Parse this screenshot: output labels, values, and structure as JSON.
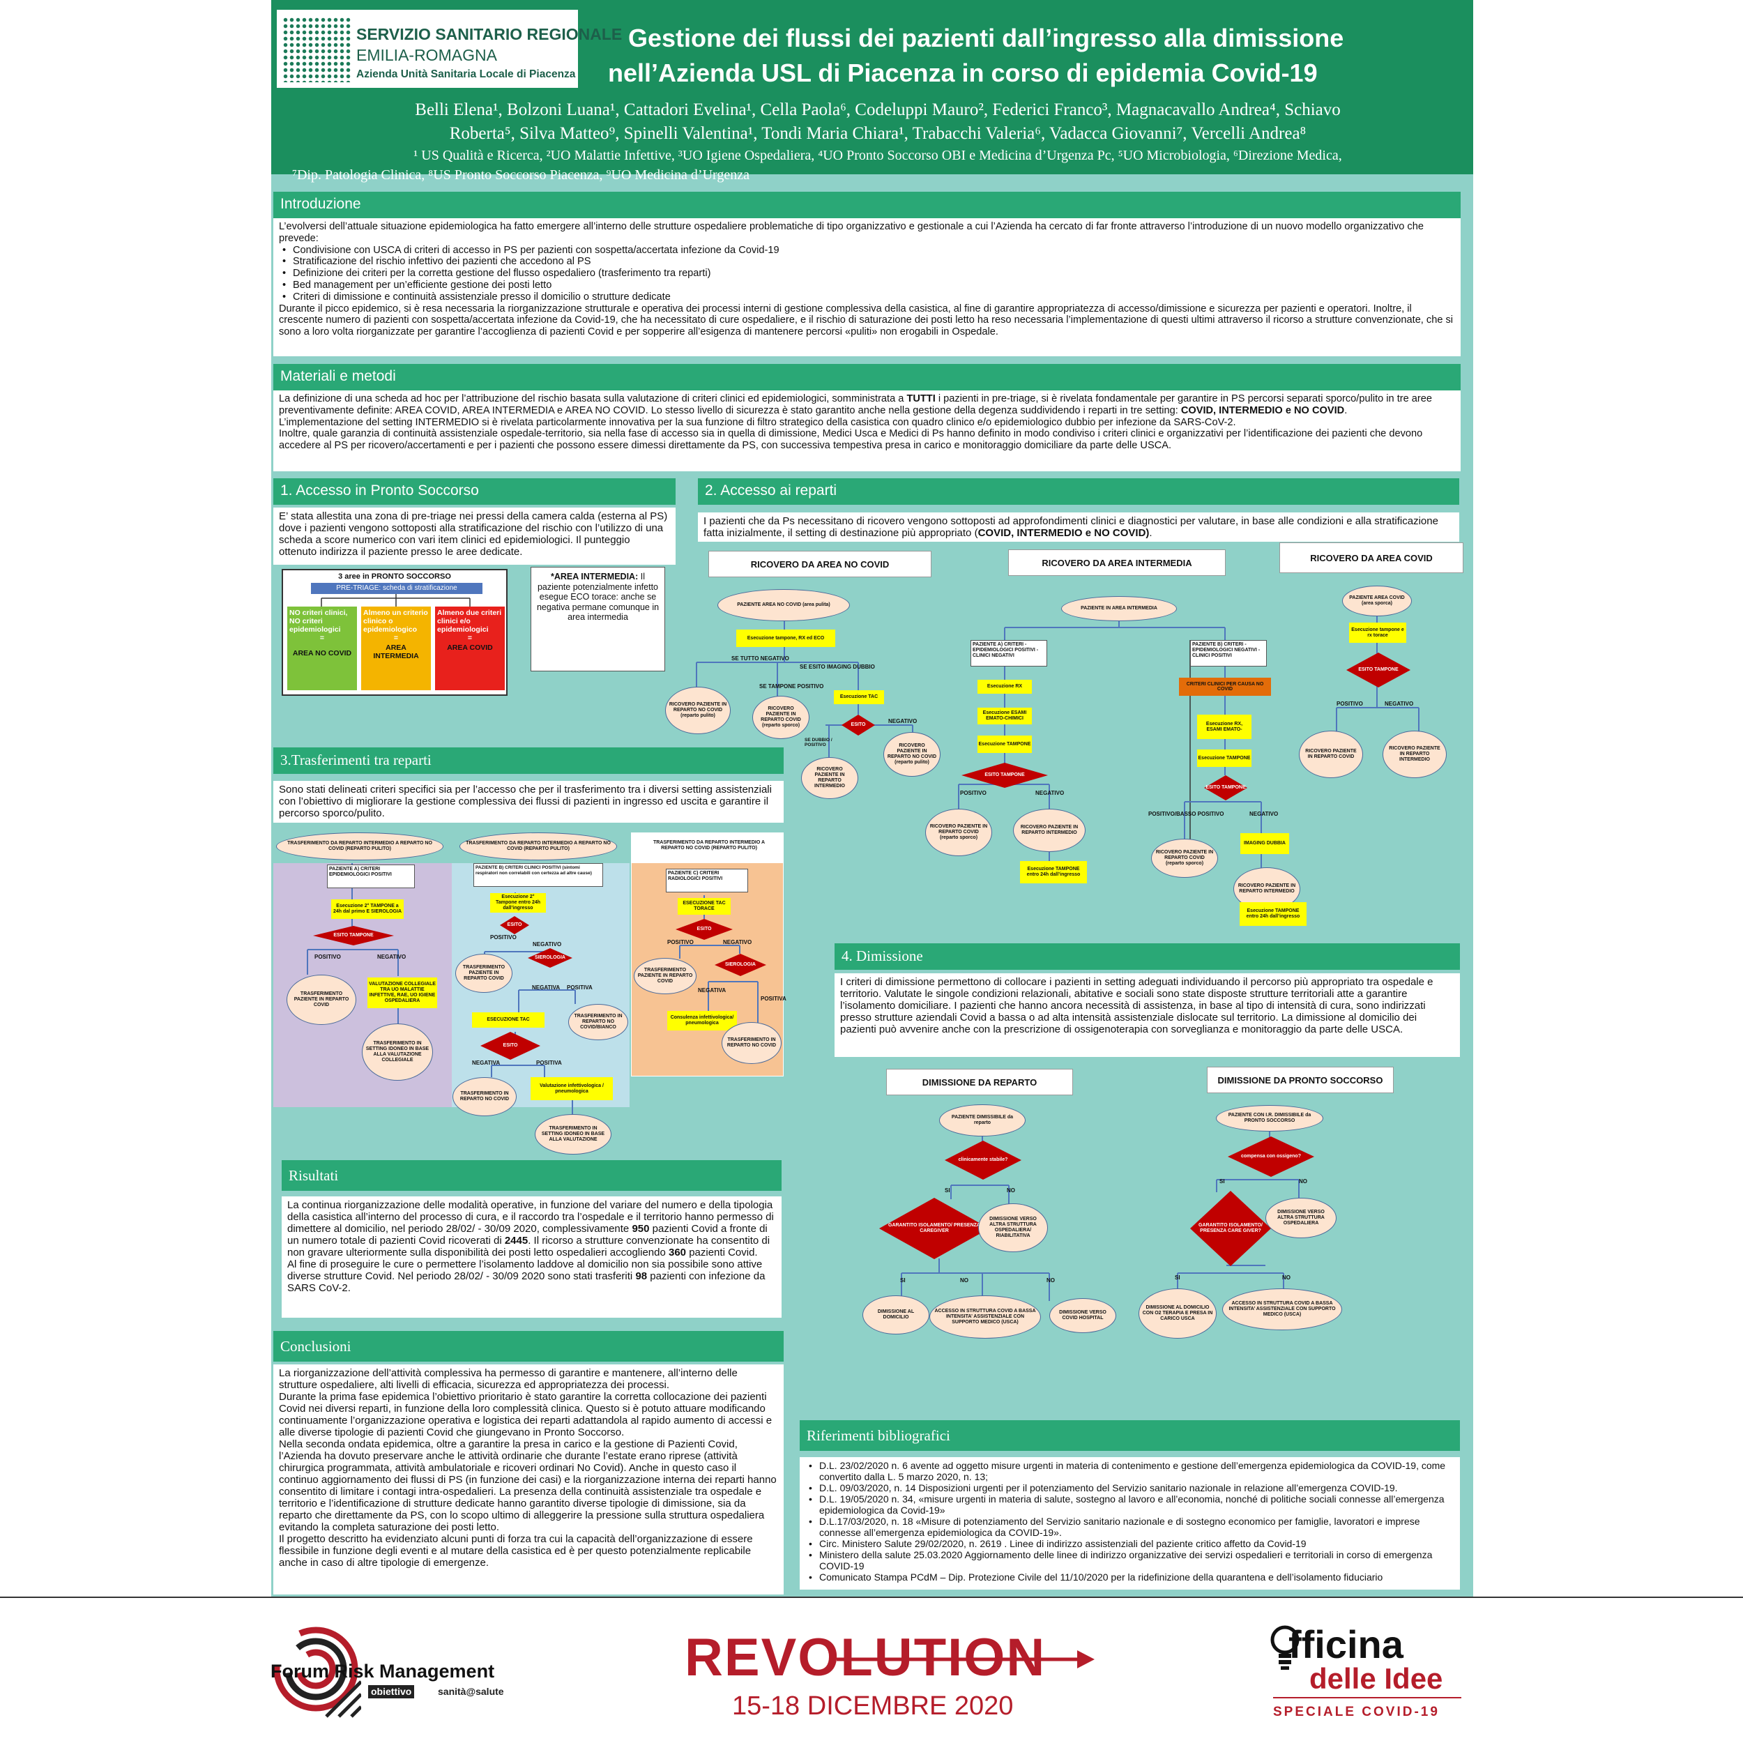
{
  "logo": {
    "line1": "SERVIZIO SANITARIO REGIONALE",
    "line2": "EMILIA-ROMAGNA",
    "line3": "Azienda Unità Sanitaria Locale di Piacenza"
  },
  "title": {
    "line1": "Gestione dei flussi dei pazienti dall’ingresso alla dimissione",
    "line2": "nell’Azienda USL di Piacenza in corso di epidemia Covid-19"
  },
  "authors": {
    "line1": "Belli Elena¹, Bolzoni Luana¹, Cattadori Evelina¹, Cella Paola⁶, Codeluppi Mauro², Federici Franco³, Magnacavallo Andrea⁴, Schiavo",
    "line2": "Roberta⁵, Silva Matteo⁹, Spinelli Valentina¹, Tondi Maria Chiara¹, Trabacchi Valeria⁶, Vadacca Giovanni⁷, Vercelli Andrea⁸",
    "affil1": "¹ US Qualità e Ricerca, ²UO Malattie Infettive, ³UO Igiene Ospedaliera, ⁴UO Pronto Soccorso OBI e Medicina d’Urgenza Pc, ⁵UO Microbiologia, ⁶Direzione Medica,",
    "affil2": "⁷Dip. Patologia Clinica, ⁸US Pronto Soccorso Piacenza, ⁹UO Medicina d’Urgenza"
  },
  "intro": {
    "heading": "Introduzione",
    "p1": "L’evolversi dell’attuale situazione epidemiologica ha fatto emergere all’interno delle strutture ospedaliere problematiche di tipo organizzativo e gestionale a cui l’Azienda ha cercato di far fronte attraverso l’introduzione di un nuovo modello organizzativo che prevede:",
    "bullets": [
      "Condivisione con USCA di criteri di accesso in PS per pazienti con sospetta/accertata infezione da Covid-19",
      "Stratificazione del rischio infettivo dei pazienti che accedono al PS",
      "Definizione dei criteri per la corretta gestione del flusso ospedaliero (trasferimento tra reparti)",
      "Bed management per un’efficiente gestione dei posti letto",
      "Criteri di dimissione e continuità assistenziale presso il domicilio o strutture dedicate"
    ],
    "p2": "Durante il picco epidemico, si è resa necessaria la riorganizzazione strutturale e operativa dei processi interni di gestione complessiva della casistica, al fine di garantire appropriatezza di accesso/dimissione e sicurezza per pazienti e operatori. Inoltre, il crescente numero di pazienti con sospetta/accertata infezione da Covid-19, che ha necessitato di cure ospedaliere, e il rischio di saturazione dei posti letto ha reso necessaria l’implementazione di questi ultimi attraverso il ricorso a strutture convenzionate, che si sono a loro volta riorganizzate per garantire l’accoglienza di pazienti Covid e per sopperire all’esigenza di mantenere percorsi «puliti» non erogabili in Ospedale."
  },
  "methods": {
    "heading": "Materiali e metodi",
    "p1a": "La definizione di una scheda ad hoc per l’attribuzione del rischio basata sulla valutazione di criteri clinici ed epidemiologici, somministrata  a ",
    "p1b": "TUTTI",
    "p1c": " i pazienti in pre-triage, si è rivelata fondamentale per garantire in PS percorsi separati sporco/pulito in tre aree preventivamente definite: AREA COVID, AREA INTERMEDIA e AREA NO COVID. Lo stesso livello di sicurezza è stato garantito anche nella gestione della degenza suddividendo i reparti in tre setting: ",
    "p1d": "COVID, INTERMEDIO e NO COVID",
    "p1e": ".",
    "p2": "L’implementazione del setting INTERMEDIO si è rivelata particolarmente innovativa per la sua funzione di filtro strategico della casistica con quadro clinico e/o epidemiologico dubbio per infezione da SARS-CoV-2.",
    "p3": "Inoltre, quale garanzia di continuità assistenziale ospedale-territorio, sia nella fase di accesso sia in quella di dimissione, Medici Usca e Medici di Ps hanno definito in modo condiviso i criteri clinici e organizzativi per l’identificazione dei pazienti che devono accedere al PS per ricovero/accertamenti e per i pazienti che possono essere dimessi direttamente da PS, con successiva tempestiva presa in carico e monitoraggio domiciliare da parte delle USCA."
  },
  "s1": {
    "heading": "1. Accesso in Pronto Soccorso",
    "text": "E’ stata allestita una zona di pre-triage nei pressi della camera calda (esterna al PS) dove i pazienti vengono sottoposti alla stratificazione del rischio con l’utilizzo di una scheda a score numerico con vari item clinici ed epidemiologici. Il punteggio ottenuto indirizza il paziente presso le aree dedicate.",
    "diagram_title": "3 aree in PRONTO SOCCORSO",
    "diagram_sub": "PRE-TRIAGE: scheda di stratificazione",
    "green_a": "NO criteri clinici, NO criteri epidemiologici",
    "green_b": "AREA NO COVID",
    "orange_a": "Almeno un criterio clinico o epidemiologico",
    "orange_b": "AREA INTERMEDIA",
    "red_a": "Almeno due criteri clinici e/o epidemiologici",
    "red_b": "AREA COVID",
    "eq": "=",
    "note_bold": "*AREA INTERMEDIA:",
    "note_text": " Il paziente potenzialmente infetto esegue ECO torace: anche se negativa permane comunque in area intermedia"
  },
  "s2": {
    "heading": "2. Accesso ai reparti",
    "text_a": "I pazienti che da Ps necessitano di ricovero vengono sottoposti ad approfondimenti clinici e diagnostici per valutare, in base alle condizioni e alla stratificazione fatta inizialmente, il setting di destinazione più appropriato (",
    "text_b": "COVID, INTERMEDIO e NO COVID)",
    "text_c": ".",
    "box_nocovid": "RICOVERO DA AREA NO COVID",
    "box_intermedia": "RICOVERO DA AREA INTERMEDIA",
    "box_covid": "RICOVERO DA AREA COVID",
    "nc": {
      "start": "PAZIENTE AREA NO COVID (area pulita)",
      "exec": "Esecuzione  tampone, RX ed ECO",
      "tutto_neg": "SE TUTTO NEGATIVO",
      "imaging": "SE ESITO IMAGING DUBBIO",
      "tampone_pos": "SE TAMPONE POSITIVO",
      "reparto_nocovid": "RICOVERO PAZIENTE IN REPARTO NO COVID (reparto pulito)",
      "reparto_covid": "RICOVERO PAZIENTE IN REPARTO COVID (reparto sporco)",
      "tac": "Esecuzione TAC",
      "esito": "ESITO",
      "dubbio": "SE DUBBIO / POSITIVO",
      "negativo": "NEGATIVO",
      "intermedio": "RICOVERO PAZIENTE IN REPARTO INTERMEDIO",
      "nocovid2": "RICOVERO PAZIENTE IN REPARTO NO COVID (reparto pulito)"
    },
    "ai": {
      "start": "PAZIENTE IN AREA INTERMEDIA",
      "pa": "PAZIENTE A) CRITERI - EPIDEMIOLOGICI POSITIVI - CLINICI NEGATIVI",
      "pb": "PAZIENTE B) CRITERI - EPIDEMIOLOGICI NEGATIVI - CLINICI POSITIVI",
      "rx": "Esecuzione RX",
      "esami": "Esecuzione ESAMI EMATO-CHIMICI",
      "tampone": "Esecuzione TAMPONE",
      "esito_tampone": "ESITO TAMPONE",
      "positivo": "POSITIVO",
      "negativo": "NEGATIVO",
      "covid": "RICOVERO PAZIENTE IN REPARTO COVID (reparto sporco)",
      "intermedio": "RICOVERO PAZIENTE IN REPARTO INTERMEDIO",
      "tampone24": "Esecuzione TAMPONE  entro 24h dall’ingresso",
      "criteri_orange": "CRITERI CLINICI PER CAUSA NO COVID",
      "rx_esami": "Esecuzione RX, ESAMI EMATO-",
      "tampone_b": "Esecuzione TAMPONE",
      "esito_b": "ESITO TAMPONE",
      "pos_basso": "POSITIVO/BASSO POSITIVO",
      "neg_b": "NEGATIVO",
      "covid_b": "RICOVERO PAZIENTE IN REPARTO COVID (reparto sporco)",
      "imaging": "IMAGING DUBBIA",
      "intermedio_b": "RICOVERO PAZIENTE IN REPARTO INTERMEDIO",
      "tampone24_b": "Esecuzione TAMPONE  entro 24h dall’ingresso"
    },
    "ac": {
      "start": "PAZIENTE AREA COVID (area sporca)",
      "exec": "Esecuzione tampone e rx torace",
      "esito": "ESITO TAMPONE",
      "positivo": "POSITIVO",
      "negativo": "NEGATIVO",
      "covid": "RICOVERO PAZIENTE IN REPARTO COVID",
      "intermedio": "RICOVERO PAZIENTE IN REPARTO INTERMEDIO"
    }
  },
  "s3": {
    "heading": "3.Trasferimenti tra reparti",
    "text": "Sono stati delineati criteri specifici sia per l’accesso che per  il trasferimento tra i diversi setting assistenziali con l’obiettivo di migliorare la gestione complessiva dei flussi di pazienti in ingresso ed uscita e garantire il percorso sporco/pulito.",
    "col1": {
      "title": "TRASFERIMENTO DA REPARTO INTERMEDIO A REPARTO NO COVID (REPARTO PULITO)",
      "pa": "PAZIENTE A) CRITERI EPIDEMIOLOGICI POSITIVI",
      "exec": "Esecuzione 2° TAMPONE a 24h dal primo  E SIEROLOGIA",
      "esito": "ESITO TAMPONE",
      "positivo": "POSITIVO",
      "negativo": "NEGATIVO",
      "covid": "TRASFERIMENTO PAZIENTE IN REPARTO COVID",
      "valutazione": "VALUTAZIONE COLLEGIALE TRA UO MALATTIE INFETTIVE, RAE, UO IGIENE OSPEDALIERA",
      "setting": "TRASFERIMENTO IN SETTING IDONEO IN BASE ALLA VALUTAZIONE COLLEGIALE"
    },
    "col2": {
      "title": "TRASFERIMENTO DA REPARTO INTERMEDIO A REPARTO NO COVID (REPARTO PULITO)",
      "pb": "PAZIENTE B) CRITERI  CLINICI POSITIVI (sintomi respiratori non correlabili con certezza ad altre cause)",
      "exec": "Esecuzione 2° Tampone entro 24h dall’ingresso",
      "esito": "ESITO",
      "positivo": "POSITIVO",
      "negativo": "NEGATIVO",
      "covid": "TRASFERIMENTO PAZIENTE IN REPARTO COVID",
      "sierologia": "SIEROLOGIA",
      "neg2": "NEGATIVA",
      "pos2": "POSITIVA",
      "tac": "ESECUZIONE TAC",
      "nocovid": "TRASFERIMENTO IN REPARTO NO COVID/BIANCO",
      "esito2": "ESITO",
      "neg3": "NEGATIVA",
      "pos3": "POSITIVA",
      "nocovid2": "TRASFERIMENTO IN REPARTO NO COVID",
      "valutazione": "Valutazione infettivologica / pneumologica",
      "setting": "TRASFERIMENTO IN SETTING IDONEO IN BASE ALLA VALUTAZIONE"
    },
    "col3": {
      "title": "TRASFERIMENTO DA REPARTO INTERMEDIO A REPARTO NO COVID (REPARTO PULITO)",
      "pc": "PAZIENTE C) CRITERI RADIOLOGICI POSITIVI",
      "tac": "ESECUZIONE TAC TORACE",
      "esito": "ESITO",
      "positivo": "POSITIVO",
      "negativo": "NEGATIVO",
      "covid": "TRASFERIMENTO PAZIENTE IN REPARTO COVID",
      "sierologia": "SIEROLOGIA",
      "negativa": "NEGATIVA",
      "positiva": "POSITIVA",
      "consulenza": "Consulenza infettivologica/ pneumologica",
      "nocovid": "TRASFERIMENTO IN REPARTO NO COVID"
    }
  },
  "s4": {
    "heading": "4. Dimissione",
    "text": "I criteri di dimissione permettono di collocare i pazienti in setting adeguati individuando il percorso più appropriato tra ospedale e territorio. Valutate le singole condizioni relazionali, abitative e sociali sono state disposte strutture territoriali atte a garantire l’isolamento domiciliare. I pazienti che hanno ancora necessità di assistenza, in base al tipo di intensità di cura, sono indirizzati presso strutture aziendali Covid a bassa o ad alta intensità assistenziale dislocate sul territorio. La dimissione al domicilio dei pazienti può avvenire anche con la prescrizione di ossigenoterapia con sorveglianza e monitoraggio da parte delle USCA.",
    "box_reparto": "DIMISSIONE DA REPARTO",
    "box_ps": "DIMISSIONE DA PRONTO SOCCORSO",
    "rep": {
      "start": "PAZIENTE DIMISSIBILE da reparto",
      "q1": "clinicamente stabile?",
      "si": "SI",
      "no": "NO",
      "q2": "GARANTITO ISOLAMENTO/ PRESENZA CAREGIVER",
      "altra": "DIMISSIONE VERSO ALTRA STRUTTURA OSPEDALIERA/ RIABILITATIVA",
      "si2": "SI",
      "no2": "NO",
      "no3": "NO",
      "domicilio": "DIMISSIONE AL DOMICILIO",
      "accesso": "ACCESSO IN STRUTTURA COVID A BASSA INTENSITA’ ASSISTENZIALE CON SUPPORTO MEDICO (USCA)",
      "hospital": "DIMISSIONE VERSO COVID HOSPITAL"
    },
    "ps": {
      "start": "PAZIENTE CON I.R. DIMISSIBILE da PRONTO SOCCORSO",
      "q1": "compensa con ossigeno?",
      "si": "SI",
      "no": "NO",
      "q2": "GARANTITO ISOLAMENTO/ PRESENZA CARE GIVER?",
      "altra": "DIMISSIONE VERSO ALTRA STRUTTURA OSPEDALIERA",
      "si2": "SI",
      "no2": "NO",
      "domicilio": "DIMISSIONE AL DOMICILIO CON O2 TERAPIA E PRESA IN CARICO USCA",
      "accesso": "ACCESSO IN STRUTTURA COVID A BASSA INTENSITA’ ASSISTENZIALE CON SUPPORTO MEDICO (USCA)"
    }
  },
  "results": {
    "heading": "Risultati",
    "p1a": "La continua riorganizzazione delle modalità operative, in funzione del variare del numero e della tipologia della casistica all’interno del processo di cura, e il raccordo tra l’ospedale e il territorio hanno permesso di dimettere al domicilio, nel periodo 28/02/ - 30/09 2020, complessivamente ",
    "n1": "950",
    "p1b": " pazienti Covid a fronte di un numero totale di pazienti Covid ricoverati di ",
    "n2": "2445",
    "p1c": ". Il ricorso a strutture convenzionate ha consentito di non gravare ulteriormente sulla disponibilità dei posti letto ospedalieri accogliendo ",
    "n3": "360",
    "p1d": " pazienti Covid.",
    "p2a": "Al fine di proseguire le cure o permettere l’isolamento laddove al domicilio non sia possibile sono attive diverse strutture Covid. Nel periodo 28/02/ - 30/09 2020 sono stati trasferiti ",
    "n4": "98",
    "p2b": " pazienti con infezione da SARS CoV-2."
  },
  "conclusions": {
    "heading": "Conclusioni",
    "p1": "La riorganizzazione dell’attività complessiva ha permesso di garantire e mantenere, all’interno delle strutture ospedaliere, alti livelli di efficacia, sicurezza ed appropriatezza dei processi.",
    "p2": "Durante la prima fase epidemica l’obiettivo prioritario è stato garantire la corretta collocazione dei pazienti Covid nei diversi reparti, in funzione della loro complessità clinica. Questo si è potuto attuare modificando continuamente l’organizzazione operativa e logistica dei reparti adattandola al rapido aumento di accessi e alle diverse tipologie di pazienti Covid che giungevano in Pronto Soccorso.",
    "p3": "Nella seconda ondata epidemica, oltre a garantire la presa in carico e la gestione di Pazienti Covid, l’Azienda ha dovuto preservare anche le attività ordinarie che durante l’estate erano riprese (attività chirurgica programmata, attività ambulatoriale e ricoveri ordinari No Covid). Anche in questo caso il continuo aggiornamento dei flussi di PS (in funzione dei casi) e la riorganizzazione interna dei reparti hanno consentito di limitare i contagi intra-ospedalieri. La presenza della continuità assistenziale tra ospedale e territorio e l’identificazione di strutture dedicate hanno garantito diverse tipologie di dimissione, sia da reparto che direttamente da PS, con lo scopo ultimo di alleggerire la pressione sulla struttura ospedaliera evitando la completa saturazione dei posti letto.",
    "p4": "Il progetto descritto ha evidenziato alcuni punti di forza tra cui la capacità dell’organizzazione di essere flessibile in funzione degli eventi e al mutare della casistica ed è per questo potenzialmente replicabile anche in caso di altre tipologie di emergenze."
  },
  "refs": {
    "heading": "Riferimenti bibliografici",
    "items": [
      "D.L. 23/02/2020 n. 6 avente ad oggetto misure urgenti in materia di contenimento e gestione dell’emergenza epidemiologica da COVID-19, come convertito dalla L. 5 marzo 2020, n. 13;",
      "D.L. 09/03/2020, n. 14 Disposizioni urgenti per il potenziamento del Servizio sanitario nazionale in relazione all’emergenza COVID-19.",
      "D.L. 19/05/2020 n. 34, «misure urgenti in materia di salute, sostegno al lavoro e all’economia, nonché di politiche sociali connesse all’emergenza epidemiologica da Covid-19»",
      "D.L.17/03/2020, n. 18 «Misure di potenziamento del Servizio sanitario nazionale e di sostegno economico per famiglie, lavoratori e imprese connesse all’emergenza epidemiologica da COVID-19».",
      "Circ. Ministero Salute 29/02/2020, n. 2619 . Linee di indirizzo assistenziali del paziente critico affetto da Covid-19",
      "Ministero della salute 25.03.2020 Aggiornamento delle linee di indirizzo organizzative dei servizi ospedalieri e territoriali in corso di emergenza COVID-19",
      "Comunicato Stampa PCdM – Dip. Protezione Civile del 11/10/2020 per la ridefinizione della quarantena e dell’isolamento fiduciario"
    ]
  },
  "footer": {
    "frm_title": "Forum Risk Management",
    "frm_sub1": "obiettivo",
    "frm_sub2": "sanità@salute",
    "rev_title": "REVOLUTION",
    "rev_date": "15-18 DICEMBRE 2020",
    "off_1": "fficina",
    "off_2": "delle Idee",
    "off_3": "SPECIALE COVID-19"
  }
}
